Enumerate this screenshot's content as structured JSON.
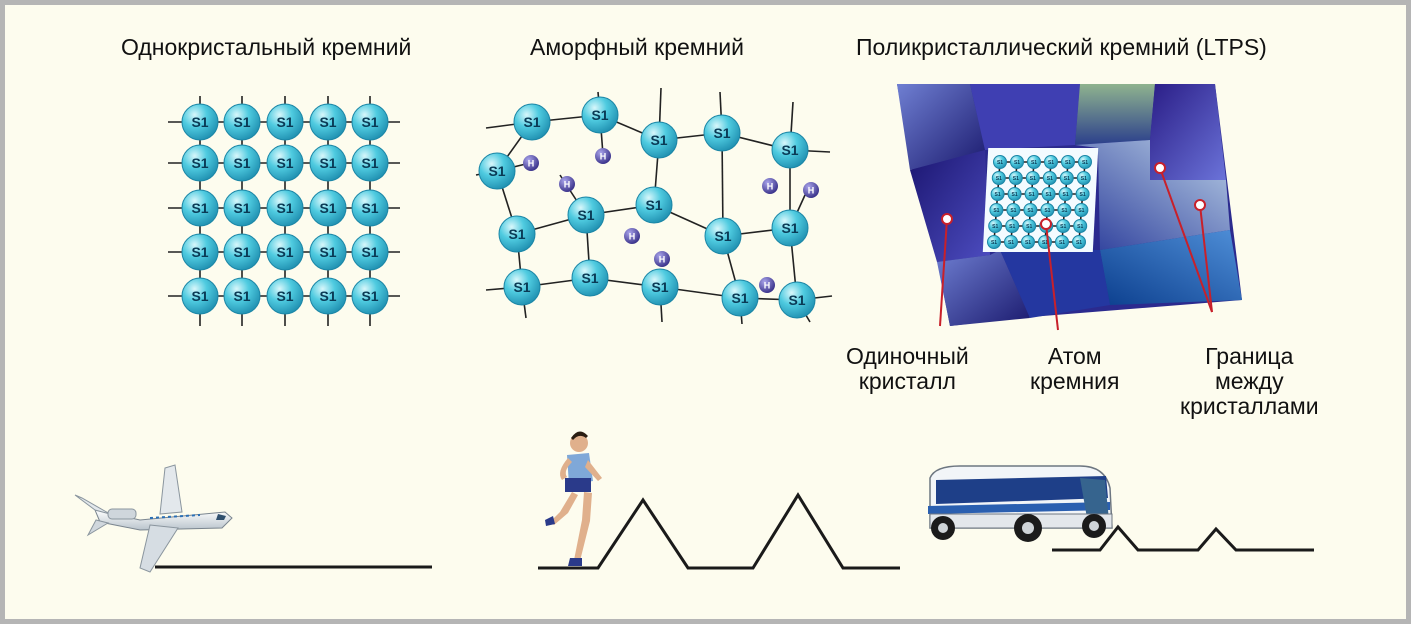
{
  "titles": {
    "mono": "Однокристальный кремний",
    "amorphous": "Аморфный кремний",
    "poly": "Поликристаллический кремний (LTPS)"
  },
  "atom_label": "S1",
  "hydrogen_label": "H",
  "poly_labels": {
    "single_crystal": [
      "Одиночный",
      "кристалл"
    ],
    "silicon_atom": [
      "Атом",
      "кремния"
    ],
    "grain_boundary": [
      "Граница",
      "между",
      "кристаллами"
    ]
  },
  "colors": {
    "background": "#fdfcee",
    "frame": "#b5b5b5",
    "atom": "#3cc2d8",
    "hydrogen": "#4a3fa0",
    "bond": "#222222",
    "marker_line": "#c8202a"
  },
  "illustrations": [
    "airplane-icon",
    "runner-icon",
    "bus-icon"
  ]
}
